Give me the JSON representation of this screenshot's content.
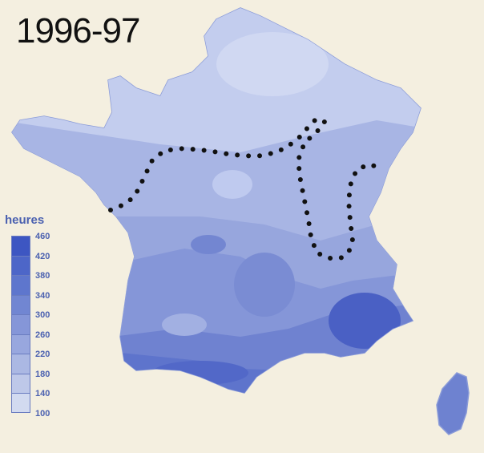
{
  "title": "1996-97",
  "legend": {
    "title": "heures",
    "ticks": [
      "460",
      "420",
      "380",
      "340",
      "300",
      "260",
      "220",
      "180",
      "140",
      "100"
    ],
    "colors": [
      "#3d56c2",
      "#4d66c8",
      "#5e76cd",
      "#7186d2",
      "#8596d8",
      "#98a7de",
      "#abb8e3",
      "#bec8e9",
      "#d2daf0",
      "#f4efe0"
    ]
  },
  "map": {
    "land_base": "#9eaee0",
    "outline": "#8a9bd8",
    "dotted_line": "#111111"
  }
}
